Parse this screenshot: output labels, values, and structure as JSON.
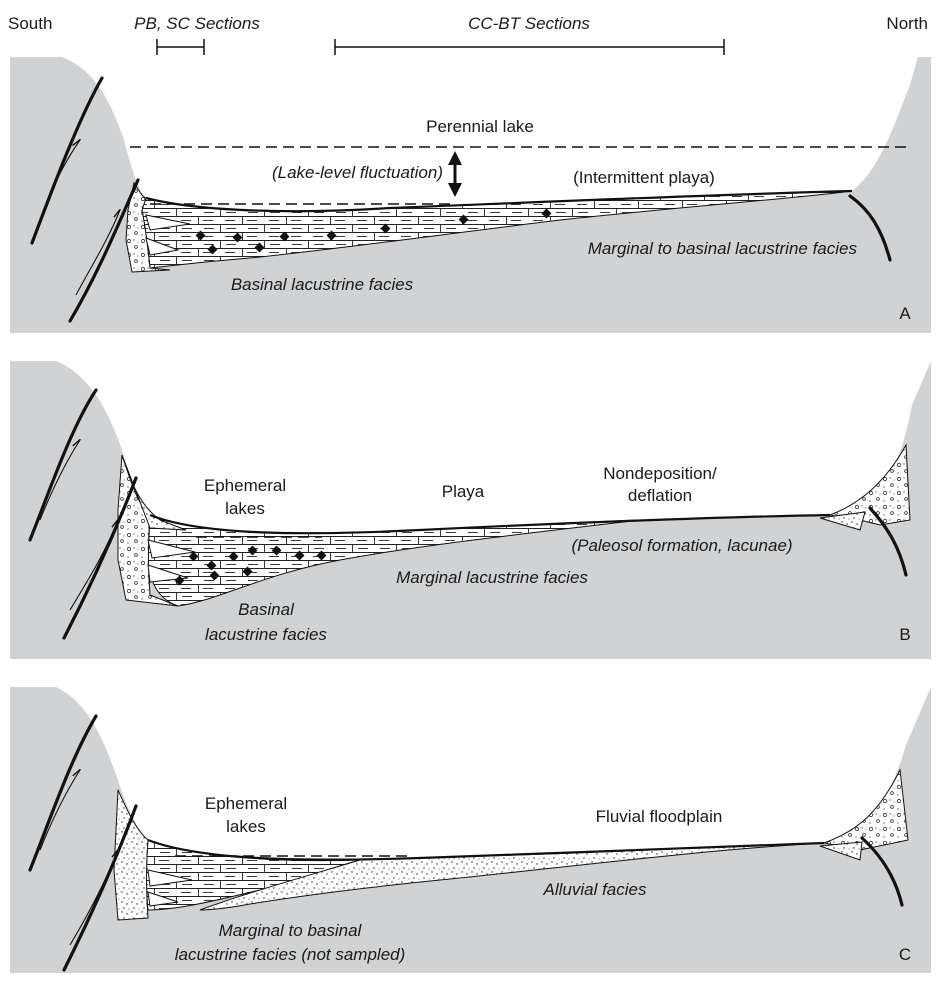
{
  "header": {
    "south": "South",
    "north": "North",
    "pb_sc": "PB, SC Sections",
    "cc_bt": "CC-BT Sections"
  },
  "panel_a": {
    "letter": "A",
    "perennial_lake": "Perennial lake",
    "lake_level_fluctuation": "(Lake-level fluctuation)",
    "intermittent_playa": "(Intermittent playa)",
    "marginal_to_basinal": "Marginal to basinal lacustrine facies",
    "basinal": "Basinal lacustrine facies"
  },
  "panel_b": {
    "letter": "B",
    "ephemeral_line1": "Ephemeral",
    "ephemeral_line2": "lakes",
    "playa": "Playa",
    "nondeposition_line1": "Nondeposition/",
    "nondeposition_line2": "deflation",
    "paleosol": "(Paleosol formation, lacunae)",
    "marginal": "Marginal lacustrine facies",
    "basinal_line1": "Basinal",
    "basinal_line2": "lacustrine facies"
  },
  "panel_c": {
    "letter": "C",
    "ephemeral_line1": "Ephemeral",
    "ephemeral_line2": "lakes",
    "fluvial": "Fluvial floodplain",
    "alluvial": "Alluvial facies",
    "marginal_line1": "Marginal to basinal",
    "marginal_line2": "lacustrine facies (not sampled)"
  },
  "colors": {
    "bedrock_gray": "#d1d2d4",
    "line": "#111111"
  }
}
